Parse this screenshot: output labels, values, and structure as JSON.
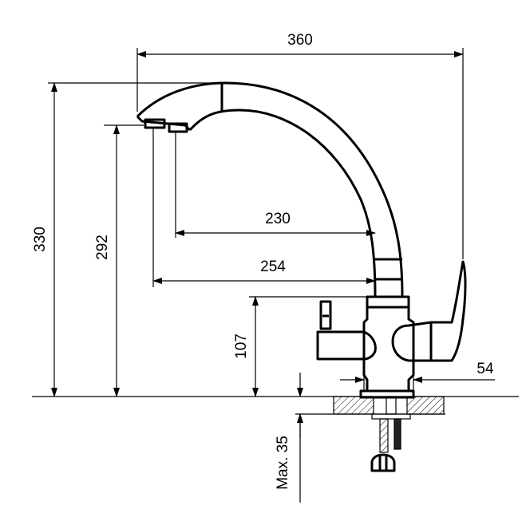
{
  "dimensions": {
    "total_width": "360",
    "total_height": "330",
    "spout_height": "292",
    "spout_reach_230": "230",
    "spout_reach_254": "254",
    "lever_height": "107",
    "base_diameter": "54",
    "max_countertop": "Max. 35"
  }
}
